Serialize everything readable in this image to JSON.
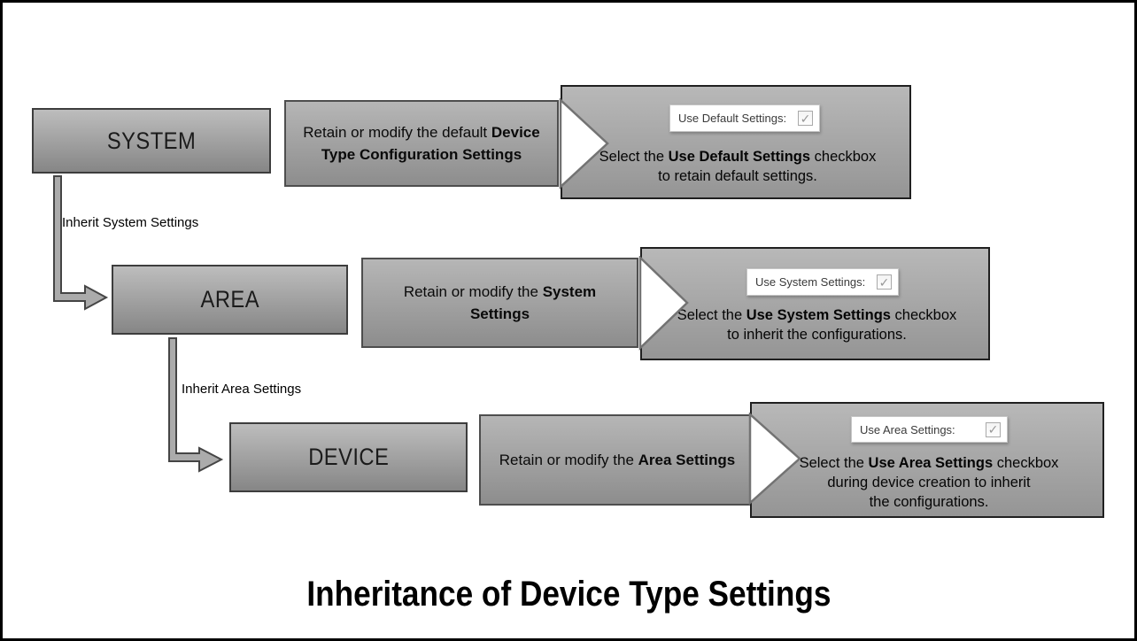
{
  "title": "Inheritance of Device Type Settings",
  "connectors": [
    {
      "label": "Inherit System Settings"
    },
    {
      "label": "Inherit Area Settings"
    }
  ],
  "rows": [
    {
      "node": "SYSTEM",
      "action_pre": "Retain or modify the default ",
      "action_bold": "Device Type Configuration Settings",
      "checkbox": {
        "label": "Use Default Settings:",
        "checked": true,
        "check_glyph": "✓"
      },
      "result_pre": "Select the ",
      "result_bold": "Use Default Settings",
      "result_post": " checkbox",
      "result_line2": "to retain default settings.",
      "result_line3": ""
    },
    {
      "node": "AREA",
      "action_pre": "Retain or modify the ",
      "action_bold": "System Settings",
      "checkbox": {
        "label": "Use System Settings:",
        "checked": true,
        "check_glyph": "✓"
      },
      "result_pre": "Select the ",
      "result_bold": "Use System Settings",
      "result_post": " checkbox",
      "result_line2": "to inherit the configurations.",
      "result_line3": ""
    },
    {
      "node": "DEVICE",
      "action_pre": "Retain or modify the ",
      "action_bold": "Area Settings",
      "checkbox": {
        "label": "Use Area Settings:",
        "checked": true,
        "check_glyph": "✓"
      },
      "result_pre": "Select the ",
      "result_bold": "Use Area Settings",
      "result_post": " checkbox",
      "result_line2": "during device creation to inherit",
      "result_line3": "the configurations."
    }
  ],
  "colors": {
    "box_gradient_top": "#bdbdbd",
    "box_gradient_bottom": "#868686",
    "node_border": "#3d3d3d",
    "result_border": "#202020",
    "arrow_fill": "#ababab",
    "arrow_stroke": "#454545",
    "triangle_fill": "#ffffff",
    "triangle_stroke": "#737373",
    "checkbox_strip_bg": "#ffffff",
    "check_color": "#979797",
    "title_color": "#000000"
  }
}
